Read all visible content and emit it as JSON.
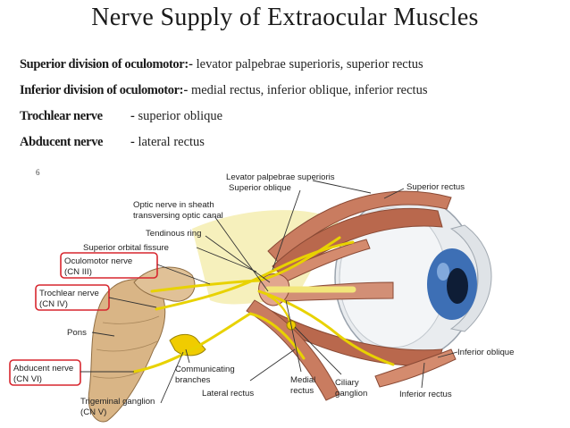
{
  "title": "Nerve Supply of Extraocular Muscles",
  "rows": [
    {
      "term": "Superior division of oculomotor",
      "sep": ":-",
      "desc": " levator palpebrae superioris, superior rectus"
    },
    {
      "term": "Inferior division of oculomotor",
      "sep": ":-",
      "desc": " medial rectus, inferior oblique, inferior rectus"
    },
    {
      "term": "Trochlear nerve",
      "sep": "- ",
      "desc": "superior oblique"
    },
    {
      "term": "Abducent nerve",
      "sep": "- ",
      "desc": "lateral rectus"
    }
  ],
  "stray_mark": "6",
  "labels": {
    "levator": "Levator palpebrae superioris",
    "sup_oblique": "Superior oblique",
    "sup_rectus": "Superior rectus",
    "optic_1": "Optic nerve in sheath",
    "optic_2": "transversing optic canal",
    "tendinous": "Tendinous ring",
    "sup_orbital": "Superior orbital fissure",
    "ocul_1": "Oculomotor nerve",
    "ocul_2": "(CN III)",
    "troch_1": "Trochlear nerve",
    "troch_2": "(CN IV)",
    "pons": "Pons",
    "abd_1": "Abducent nerve",
    "abd_2": "(CN VI)",
    "comm_1": "Communicating",
    "comm_2": "branches",
    "trig_1": "Trigeminal ganglion",
    "trig_2": "(CN V)",
    "lat_rectus": "Lateral rectus",
    "med_1": "Medial",
    "med_2": "rectus",
    "cil_1": "Ciliary",
    "cil_2": "ganglion",
    "inf_oblique": "Inferior oblique",
    "inf_rectus": "Inferior rectus"
  },
  "colors": {
    "highlight_box": "#d7262e",
    "nerve": "#e8d200",
    "muscle": "#c97c60",
    "iris": "#3d6fb5"
  }
}
